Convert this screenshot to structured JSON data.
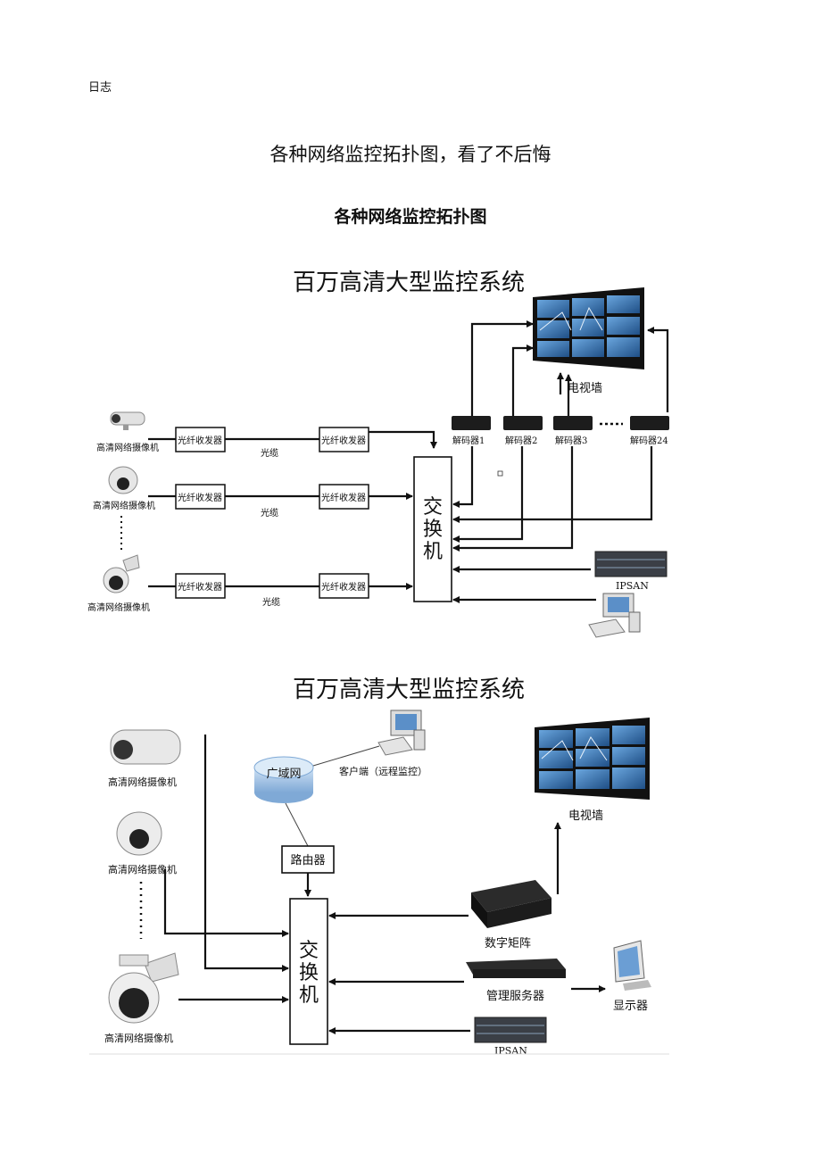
{
  "header": {
    "log_label": "日志"
  },
  "article": {
    "title": "各种网络监控拓扑图，看了不后悔",
    "subtitle": "各种网络监控拓扑图"
  },
  "diagram1": {
    "title": "百万高清大型监控系统",
    "camera_label": "高清网络摄像机",
    "transceiver_label": "光纤收发器",
    "cable_label": "光缆",
    "switch_label": [
      "交",
      "换",
      "机"
    ],
    "tv_wall_label": "电视墙",
    "decoders": [
      "解码器1",
      "解码器2",
      "解码器3",
      "解码器24"
    ],
    "storage_label": "IPSAN"
  },
  "diagram2": {
    "title": "百万高清大型监控系统",
    "camera_label": "高清网络摄像机",
    "wan_label": "广域网",
    "client_label": "客户端（远程监控）",
    "router_label": "路由器",
    "switch_label": [
      "交",
      "换",
      "机"
    ],
    "tv_wall_label": "电视墙",
    "matrix_label": "数字矩阵",
    "server_label": "管理服务器",
    "display_label": "显示器",
    "storage_label": "IPSAN"
  },
  "colors": {
    "screen_blue": "#3d7fc4",
    "screen_dark": "#1f4f86",
    "device_black": "#1c1c1c",
    "wan_blue": "#9fc3e6"
  }
}
